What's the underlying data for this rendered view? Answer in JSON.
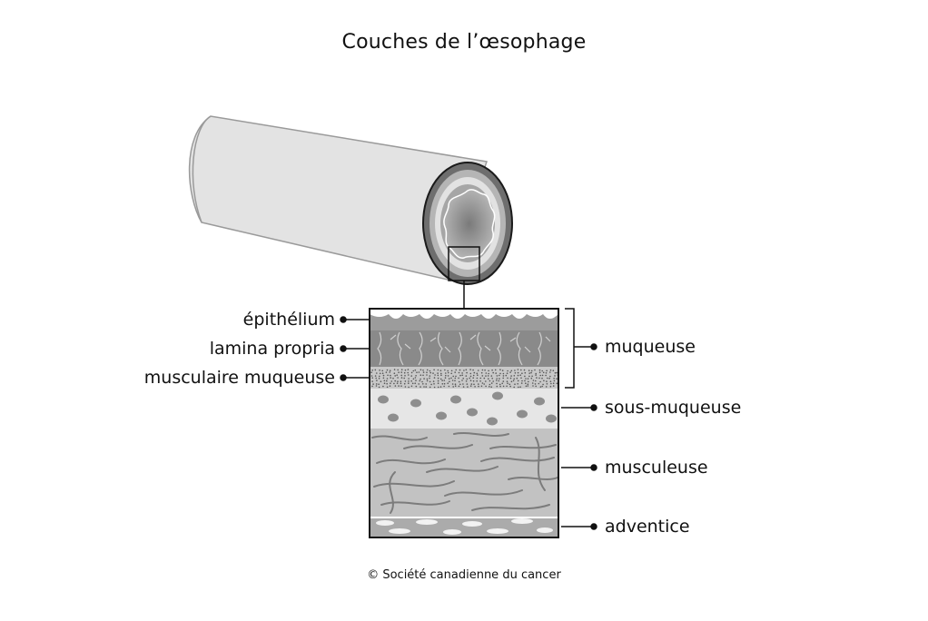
{
  "title": "Couches de l’œsophage",
  "labels_left": {
    "epithelium": "épithélium",
    "lamina_propria": "lamina propria",
    "musculaire_muqueuse": "musculaire muqueuse"
  },
  "labels_right": {
    "muqueuse": "muqueuse",
    "sous_muqueuse": "sous-muqueuse",
    "musculeuse": "musculeuse",
    "adventice": "adventice"
  },
  "copyright": "© Société canadienne du cancer",
  "colors": {
    "tube_fill": "#e3e3e3",
    "tube_stroke": "#9a9a9a",
    "epithelium": "#9c9c9c",
    "lamina": "#8a8a8a",
    "musc_muqueuse": "#c8c8c8",
    "sous_muqueuse": "#e6e6e6",
    "musculeuse": "#c2c2c2",
    "adventice": "#ababab",
    "line": "#111111"
  }
}
